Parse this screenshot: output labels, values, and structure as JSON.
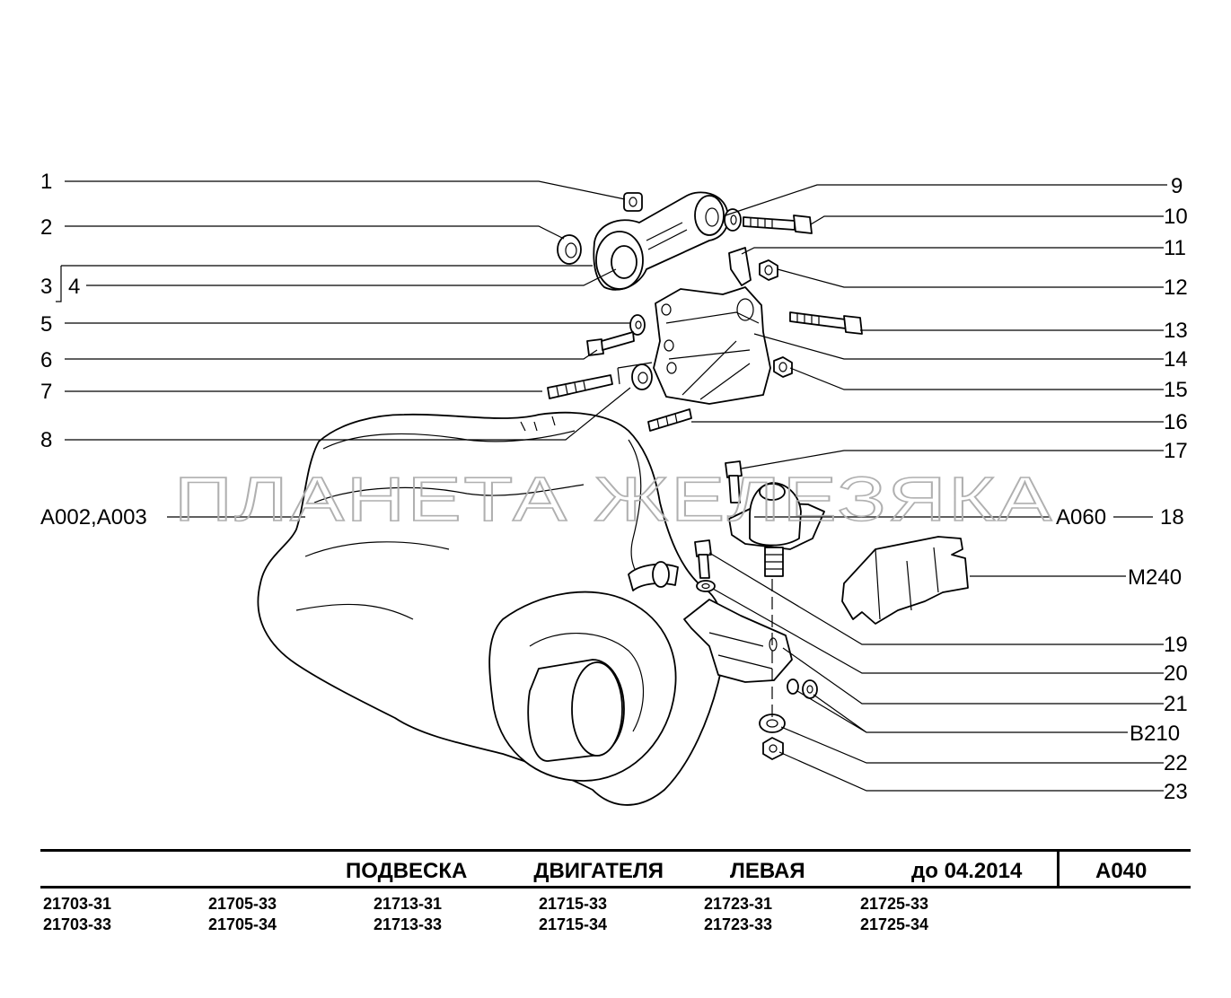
{
  "watermark": "ПЛАНЕТА ЖЕЛЕЗЯКА",
  "callouts_left": [
    "1",
    "2",
    "3",
    "4",
    "5",
    "6",
    "7",
    "8",
    "A002,A003"
  ],
  "callouts_right": [
    "9",
    "10",
    "11",
    "12",
    "13",
    "14",
    "15",
    "16",
    "17",
    "18",
    "A060",
    "M240",
    "19",
    "20",
    "21",
    "B210",
    "22",
    "23"
  ],
  "title_block": {
    "title": "ПОДВЕСКА   ДВИГАТЕЛЯ   ЛЕВАЯ",
    "date": "до 04.2014",
    "code": "A040"
  },
  "models": [
    [
      "21703-31",
      "21703-33"
    ],
    [
      "21705-33",
      "21705-34"
    ],
    [
      "21713-31",
      "21713-33"
    ],
    [
      "21715-33",
      "21715-34"
    ],
    [
      "21723-31",
      "21723-33"
    ],
    [
      "21725-33",
      "21725-34"
    ]
  ]
}
